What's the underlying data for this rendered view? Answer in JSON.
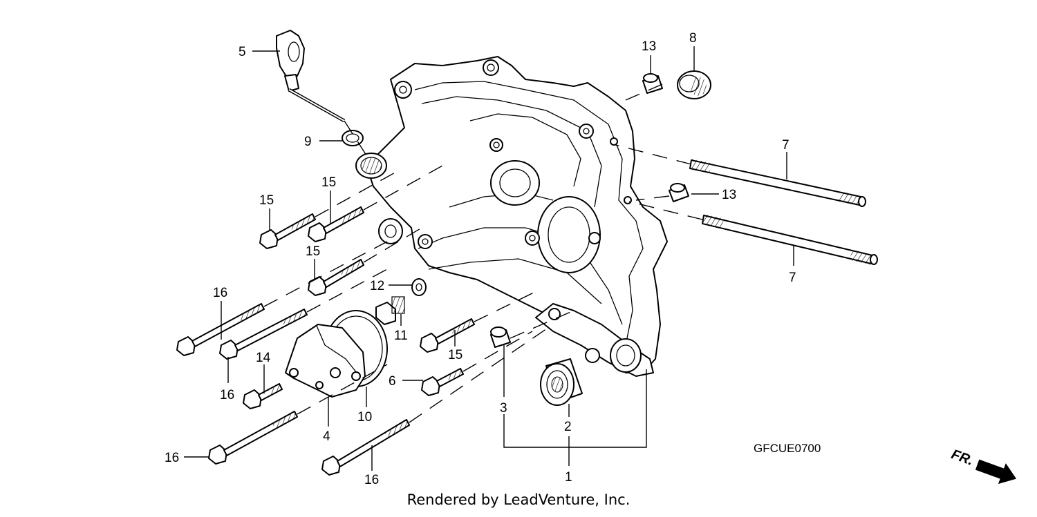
{
  "diagram": {
    "code": "GFCUE0700",
    "credit": "Rendered by LeadVenture, Inc.",
    "front_indicator": "FR.",
    "callouts": {
      "c1": "1",
      "c2": "2",
      "c3": "3",
      "c4": "4",
      "c5": "5",
      "c6": "6",
      "c7a": "7",
      "c7b": "7",
      "c8": "8",
      "c9": "9",
      "c10": "10",
      "c11": "11",
      "c12": "12",
      "c13a": "13",
      "c13b": "13",
      "c14": "14",
      "c15a": "15",
      "c15b": "15",
      "c15c": "15",
      "c15d": "15",
      "c16a": "16",
      "c16b": "16",
      "c16c": "16",
      "c16d": "16"
    }
  }
}
